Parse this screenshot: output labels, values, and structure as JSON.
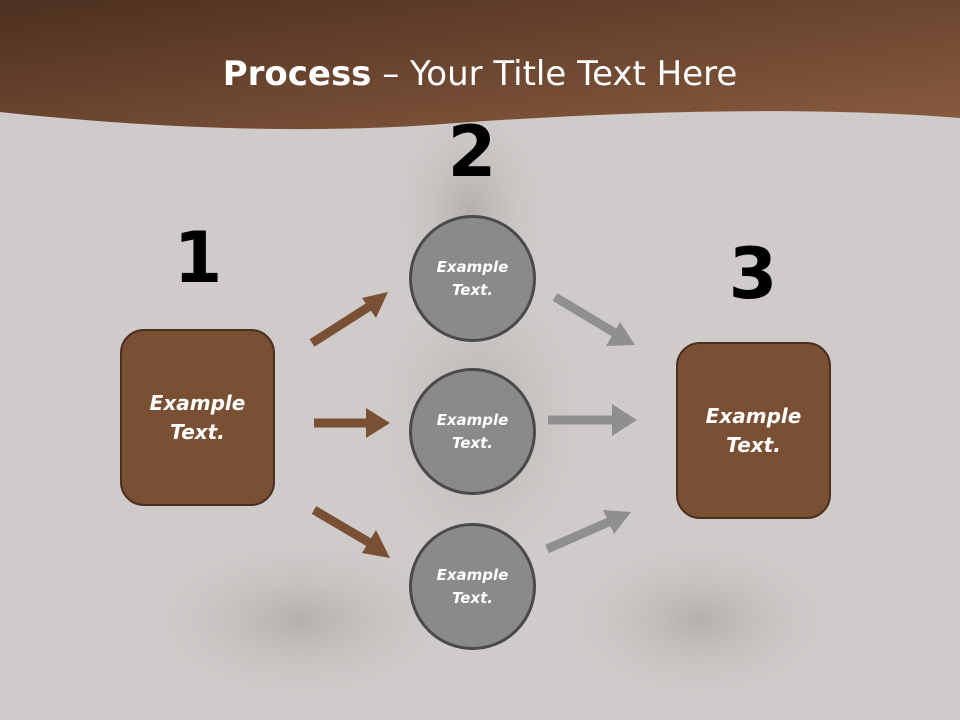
{
  "slide": {
    "title_bold": "Process",
    "title_rest": " – Your Title Text Here",
    "step_numbers": [
      "1",
      "2",
      "3"
    ],
    "left_box_text": "Example Text.",
    "right_box_text": "Example Text.",
    "circles": [
      {
        "text": "Example Text."
      },
      {
        "text": "Example Text."
      },
      {
        "text": "Example Text."
      }
    ]
  },
  "colors": {
    "header_brown": "#6b4430",
    "box_brown": "#7a5035",
    "arrow_brown": "#7a5035",
    "arrow_gray": "#8f8f8f",
    "circle_gray": "#8a8a8a",
    "background": "#cfcbca"
  }
}
